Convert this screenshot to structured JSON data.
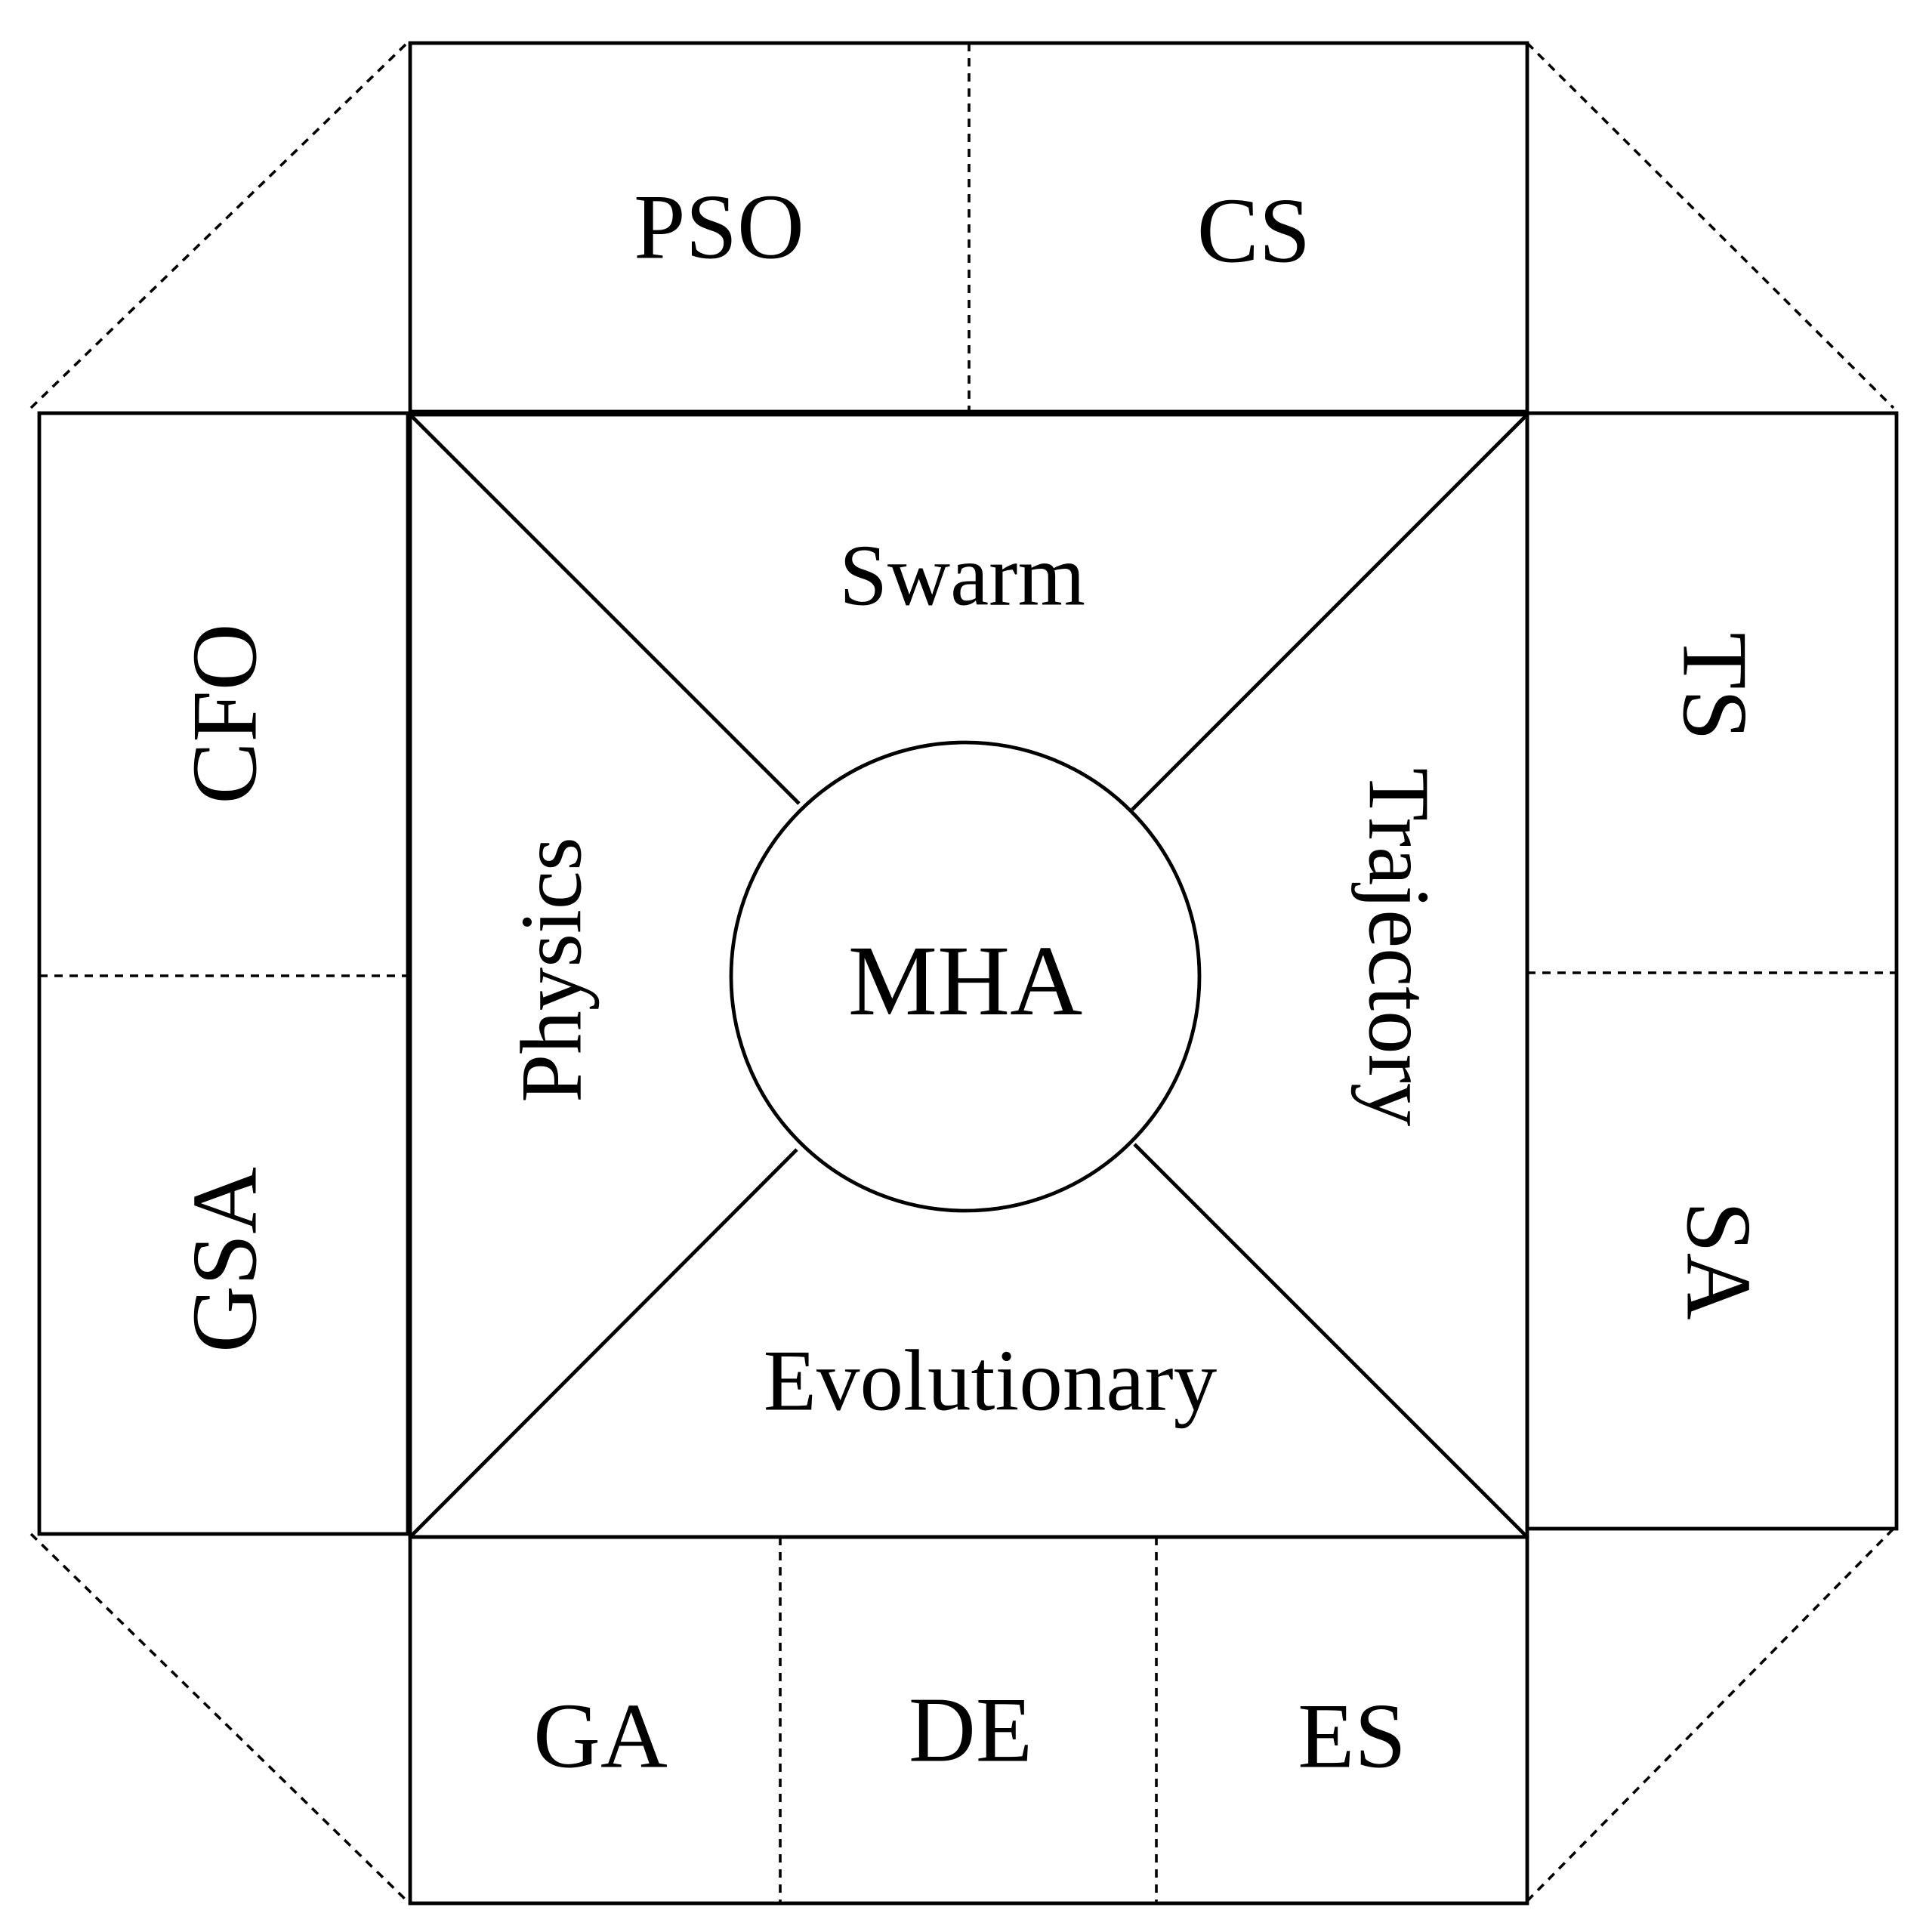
{
  "center": {
    "label": "MHA"
  },
  "categories": {
    "top": "Swarm",
    "left": "Physics",
    "right": "Trajectory",
    "bottom": "Evolutionary"
  },
  "algorithms": {
    "top": [
      "PSO",
      "CS"
    ],
    "left": [
      "CFO",
      "GSA"
    ],
    "right": [
      "TS",
      "SA"
    ],
    "bottom": [
      "GA",
      "DE",
      "ES"
    ]
  }
}
